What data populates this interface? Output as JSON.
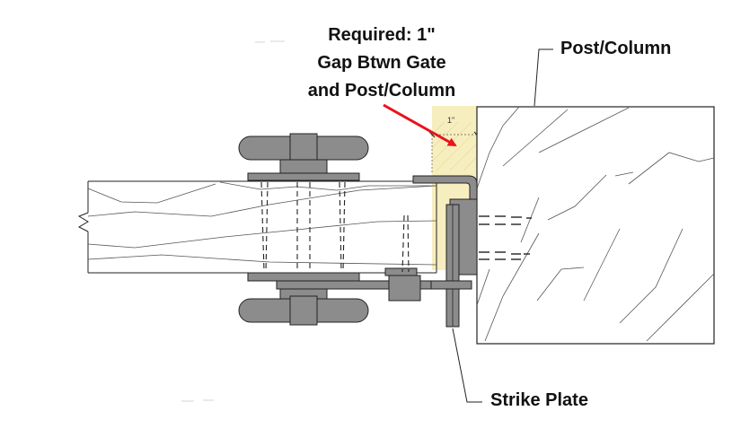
{
  "callouts": {
    "required_line1": "Required: 1\"",
    "required_line2": "Gap Btwn Gate",
    "required_line3": "and Post/Column",
    "post_column": "Post/Column",
    "strike_plate": "Strike Plate"
  },
  "dimension": {
    "gap_label": "1\""
  },
  "colors": {
    "gap_highlight": "#f7eec0",
    "hardware_gray": "#8c8c8c",
    "arrow_red": "#e8141b",
    "line": "#222222"
  }
}
